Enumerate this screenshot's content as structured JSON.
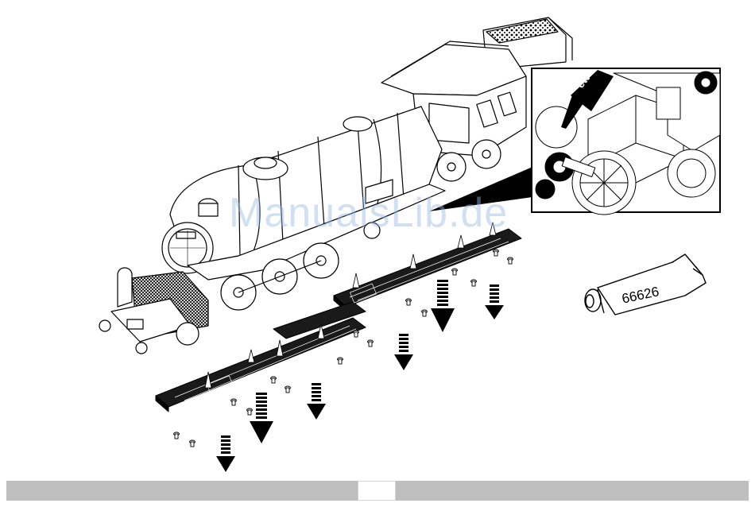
{
  "figure": {
    "tube_label": "66626",
    "detail_pen_text": "ett",
    "watermark": "ManualsLib.de"
  },
  "footer": {
    "page_number": ""
  }
}
